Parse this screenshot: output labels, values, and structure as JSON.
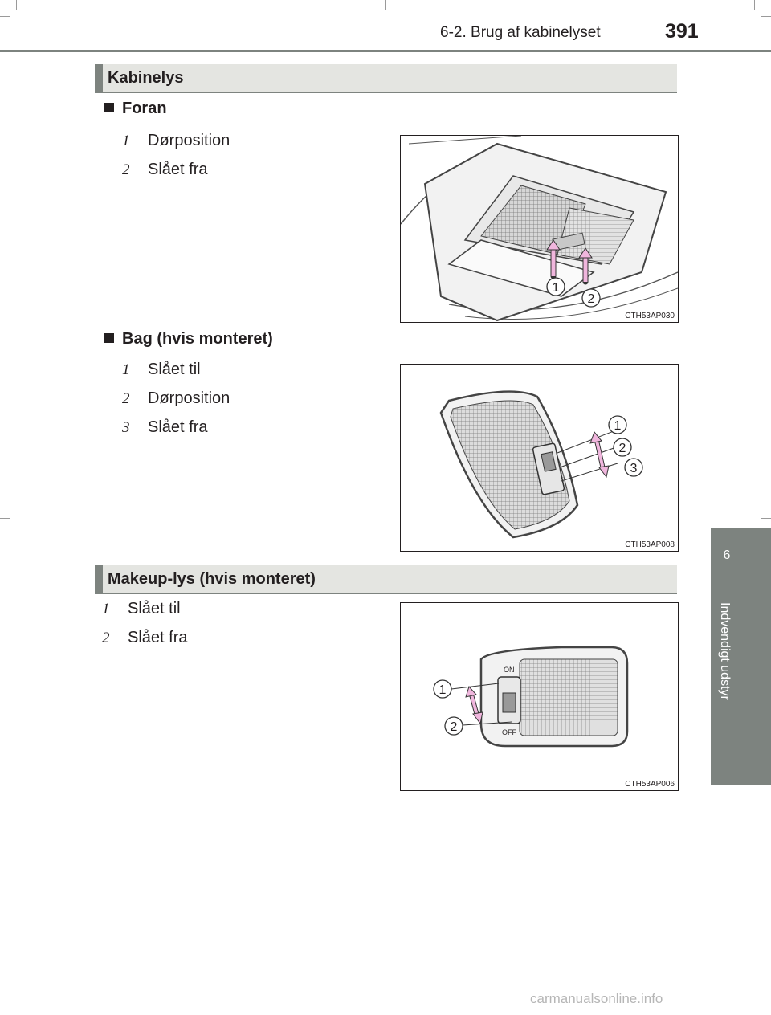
{
  "header": {
    "title": "6-2. Brug af kabinelyset",
    "page_number": "391"
  },
  "side_tab": {
    "number": "6",
    "label": "Indvendigt udstyr"
  },
  "sections": {
    "kabinelys": {
      "title": "Kabinelys",
      "front": {
        "heading": "Foran",
        "items": [
          {
            "n": "1",
            "text": "Dørposition"
          },
          {
            "n": "2",
            "text": "Slået fra"
          }
        ],
        "figure": {
          "code": "CTH53AP030",
          "callouts": [
            "1",
            "2"
          ]
        }
      },
      "rear": {
        "heading": "Bag (hvis monteret)",
        "items": [
          {
            "n": "1",
            "text": "Slået til"
          },
          {
            "n": "2",
            "text": "Dørposition"
          },
          {
            "n": "3",
            "text": "Slået fra"
          }
        ],
        "figure": {
          "code": "CTH53AP008",
          "callouts": [
            "1",
            "2",
            "3"
          ]
        }
      }
    },
    "makeup": {
      "title": "Makeup-lys (hvis monteret)",
      "items": [
        {
          "n": "1",
          "text": "Slået til"
        },
        {
          "n": "2",
          "text": "Slået fra"
        }
      ],
      "figure": {
        "code": "CTH53AP006",
        "callouts": [
          "1",
          "2"
        ],
        "switch_on": "ON",
        "switch_off": "OFF"
      }
    }
  },
  "watermark": "carmanualsonline.info",
  "colors": {
    "tab_gray": "#7d837f",
    "section_bg": "#e4e5e1",
    "arrow_pink": "#f0b6dd"
  }
}
